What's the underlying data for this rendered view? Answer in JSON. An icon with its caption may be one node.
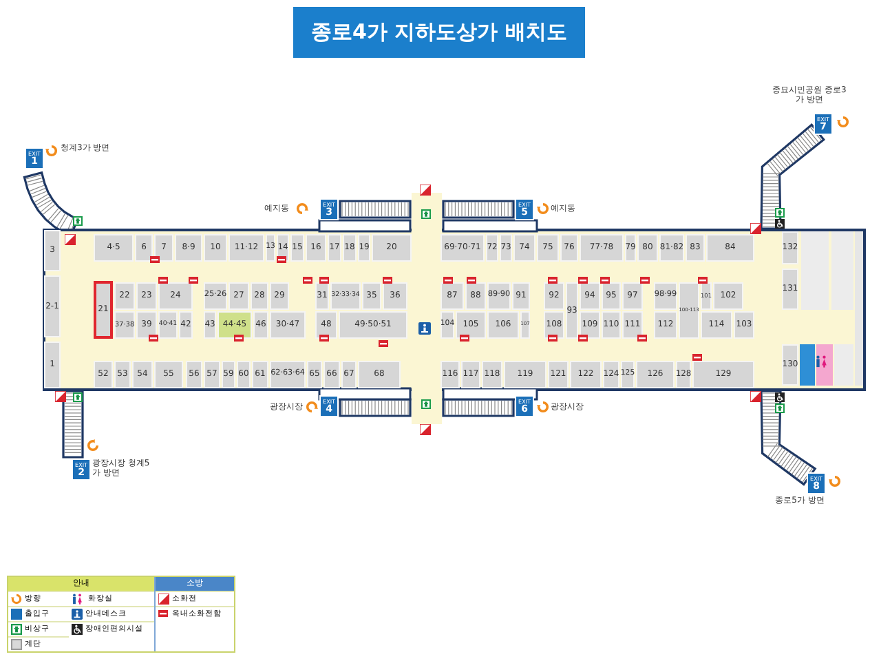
{
  "diagram": {
    "title": "종로4가 지하도상가 배치도",
    "nodes": [
      {
        "text": [
          "EXIT",
          "1"
        ],
        "beside": [
          "청계3가 방면"
        ]
      },
      {
        "text": [
          "EXIT",
          "7"
        ],
        "beside": [
          "종묘시민공원 종로3가 방면"
        ]
      },
      {
        "text": [
          "EXIT",
          "3"
        ],
        "beside": [
          "예지동"
        ]
      },
      {
        "text": [
          "EXIT",
          "5"
        ],
        "beside": [
          "예지동"
        ]
      },
      {
        "text": [
          "3"
        ]
      },
      {
        "text": [
          "4·5"
        ]
      },
      {
        "text": [
          "6"
        ]
      },
      {
        "text": [
          "7"
        ]
      },
      {
        "text": [
          "8·9"
        ]
      },
      {
        "text": [
          "10"
        ]
      },
      {
        "text": [
          "11·12"
        ]
      },
      {
        "text": [
          "13"
        ]
      },
      {
        "text": [
          "14"
        ]
      },
      {
        "text": [
          "15"
        ]
      },
      {
        "text": [
          "16"
        ]
      },
      {
        "text": [
          "17"
        ]
      },
      {
        "text": [
          "18"
        ]
      },
      {
        "text": [
          "19"
        ]
      },
      {
        "text": [
          "20"
        ]
      },
      {
        "text": [
          "69·70·71"
        ]
      },
      {
        "text": [
          "72"
        ]
      },
      {
        "text": [
          "73"
        ]
      },
      {
        "text": [
          "74"
        ]
      },
      {
        "text": [
          "75"
        ]
      },
      {
        "text": [
          "76"
        ]
      },
      {
        "text": [
          "77·78"
        ]
      },
      {
        "text": [
          "79"
        ]
      },
      {
        "text": [
          "80"
        ]
      },
      {
        "text": [
          "81·82"
        ]
      },
      {
        "text": [
          "83"
        ]
      },
      {
        "text": [
          "84"
        ]
      },
      {
        "text": [
          "132"
        ]
      },
      {
        "text": [
          "2-1"
        ]
      },
      {
        "text": [
          "21"
        ]
      },
      {
        "text": [
          "22"
        ]
      },
      {
        "text": [
          "23"
        ]
      },
      {
        "text": [
          "24"
        ]
      },
      {
        "text": [
          "25·26"
        ]
      },
      {
        "text": [
          "27"
        ]
      },
      {
        "text": [
          "28"
        ]
      },
      {
        "text": [
          "29"
        ]
      },
      {
        "text": [
          "31"
        ]
      },
      {
        "text": [
          "32·33·34"
        ]
      },
      {
        "text": [
          "35"
        ]
      },
      {
        "text": [
          "36"
        ]
      },
      {
        "text": [
          "87"
        ]
      },
      {
        "text": [
          "88"
        ]
      },
      {
        "text": [
          "89·90"
        ]
      },
      {
        "text": [
          "91"
        ]
      },
      {
        "text": [
          "92"
        ]
      },
      {
        "text": [
          "93"
        ]
      },
      {
        "text": [
          "94"
        ]
      },
      {
        "text": [
          "95"
        ]
      },
      {
        "text": [
          "97"
        ]
      },
      {
        "text": [
          "98·99"
        ]
      },
      {
        "text": [
          "100·113"
        ]
      },
      {
        "text": [
          "101"
        ]
      },
      {
        "text": [
          "102"
        ]
      },
      {
        "text": [
          "131"
        ]
      },
      {
        "text": [
          "37·38"
        ]
      },
      {
        "text": [
          "39"
        ]
      },
      {
        "text": [
          "40·41"
        ]
      },
      {
        "text": [
          "42"
        ]
      },
      {
        "text": [
          "43"
        ]
      },
      {
        "text": [
          "44·45"
        ]
      },
      {
        "text": [
          "46"
        ]
      },
      {
        "text": [
          "30·47"
        ]
      },
      {
        "text": [
          "48"
        ]
      },
      {
        "text": [
          "49·50·51"
        ]
      },
      {
        "text": [
          "104"
        ]
      },
      {
        "text": [
          "105"
        ]
      },
      {
        "text": [
          "106"
        ]
      },
      {
        "text": [
          "107"
        ]
      },
      {
        "text": [
          "108"
        ]
      },
      {
        "text": [
          "109"
        ]
      },
      {
        "text": [
          "110"
        ]
      },
      {
        "text": [
          "111"
        ]
      },
      {
        "text": [
          "112"
        ]
      },
      {
        "text": [
          "114"
        ]
      },
      {
        "text": [
          "103"
        ]
      },
      {
        "text": [
          "1"
        ]
      },
      {
        "text": [
          "52"
        ]
      },
      {
        "text": [
          "53"
        ]
      },
      {
        "text": [
          "54"
        ]
      },
      {
        "text": [
          "55"
        ]
      },
      {
        "text": [
          "56"
        ]
      },
      {
        "text": [
          "57"
        ]
      },
      {
        "text": [
          "59"
        ]
      },
      {
        "text": [
          "60"
        ]
      },
      {
        "text": [
          "61"
        ]
      },
      {
        "text": [
          "62·63·64"
        ]
      },
      {
        "text": [
          "65"
        ]
      },
      {
        "text": [
          "66"
        ]
      },
      {
        "text": [
          "67"
        ]
      },
      {
        "text": [
          "68"
        ]
      },
      {
        "text": [
          "116"
        ]
      },
      {
        "text": [
          "117"
        ]
      },
      {
        "text": [
          "118"
        ]
      },
      {
        "text": [
          "119"
        ]
      },
      {
        "text": [
          "121"
        ]
      },
      {
        "text": [
          "122"
        ]
      },
      {
        "text": [
          "124"
        ]
      },
      {
        "text": [
          "125"
        ]
      },
      {
        "text": [
          "126"
        ]
      },
      {
        "text": [
          "128"
        ]
      },
      {
        "text": [
          "129"
        ]
      },
      {
        "text": [
          "130"
        ]
      },
      {
        "text": [
          "EXIT",
          "4"
        ],
        "beside": [
          "광장시장"
        ]
      },
      {
        "text": [
          "EXIT",
          "6"
        ],
        "beside": [
          "광장시장"
        ]
      },
      {
        "text": [
          "EXIT",
          "2"
        ],
        "beside": [
          "광장시장 청계5가 방면"
        ]
      },
      {
        "text": [
          "EXIT",
          "8"
        ],
        "beside": [
          "종로5가 방면"
        ]
      }
    ],
    "labels": [
      "안내",
      "소방"
    ],
    "legend": [
      {
        "text": "방향"
      },
      {
        "text": "출입구"
      },
      {
        "text": "비상구"
      },
      {
        "text": "계단",
        "color": "#d9d9d9"
      },
      {
        "text": "화장실"
      },
      {
        "text": "안내데스크"
      },
      {
        "text": "장애인편의시설"
      },
      {
        "text": "소화전"
      },
      {
        "text": "옥내소화전함"
      }
    ]
  }
}
